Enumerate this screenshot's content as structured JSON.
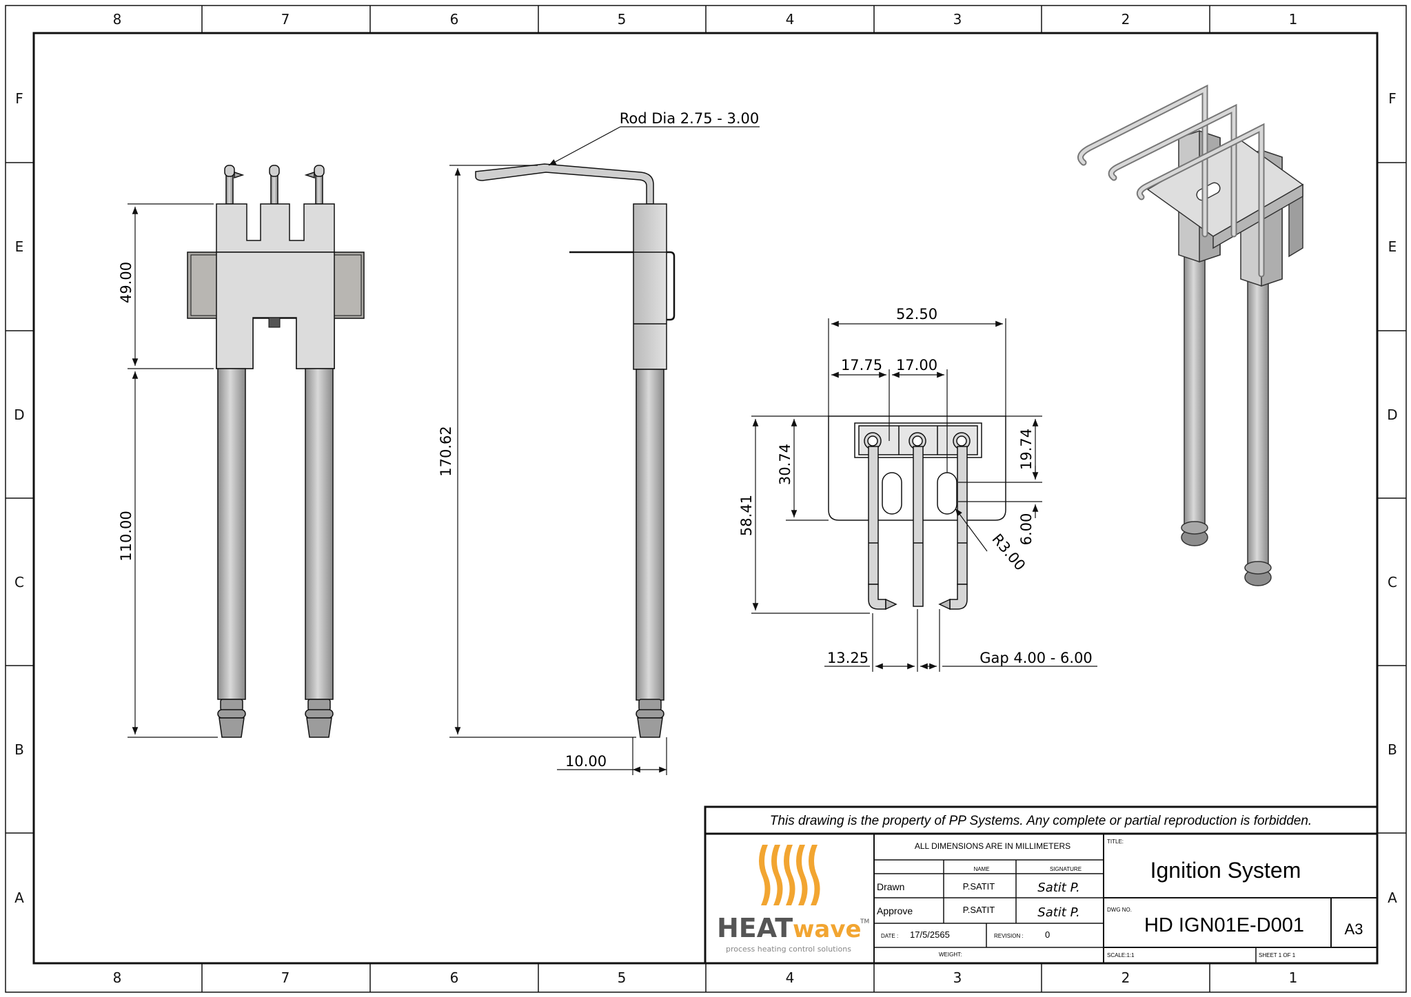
{
  "border": {
    "columns_top": [
      "8",
      "7",
      "6",
      "5",
      "4",
      "3",
      "2",
      "1"
    ],
    "columns_bottom": [
      "8",
      "7",
      "6",
      "5",
      "4",
      "3",
      "2",
      "1"
    ],
    "rows_left": [
      "F",
      "E",
      "D",
      "C",
      "B",
      "A"
    ],
    "rows_right": [
      "F",
      "E",
      "D",
      "C",
      "B",
      "A"
    ]
  },
  "front_view": {
    "dim_upper": "49.00",
    "dim_lower": "110.00"
  },
  "side_view": {
    "rod_label": "Rod Dia 2.75 - 3.00",
    "dim_height": "170.62",
    "dim_offset": "10.00"
  },
  "bottom_view": {
    "dim_width": "52.50",
    "dim_pitch_1": "17.75",
    "dim_pitch_2": "17.00",
    "dim_plate_depth": "30.74",
    "dim_tip_depth": "58.41",
    "dim_slot_pos": "19.74",
    "dim_slot_len": "6.00",
    "dim_radius": "R3.00",
    "dim_tip_spacing": "13.25",
    "gap_label": "Gap 4.00 - 6.00"
  },
  "title_block": {
    "notice": "This drawing is the property of PP Systems. Any complete or partial reproduction is forbidden.",
    "units_note": "ALL DIMENSIONS ARE IN MILLIMETERS",
    "header_name": "NAME",
    "header_signature": "SIGNATURE",
    "drawn_label": "Drawn",
    "drawn_name": "P.SATIT",
    "drawn_signature": "Satit P.",
    "approve_label": "Approve",
    "approve_name": "P.SATIT",
    "approve_signature": "Satit P.",
    "date_label": "DATE :",
    "date_value": "17/5/2565",
    "revision_label": "REVISION :",
    "revision_value": "0",
    "weight_label": "WEIGHT:",
    "title_label": "TITLE:",
    "title_value": "Ignition System",
    "dwg_label": "DWG NO.",
    "dwg_value": "HD IGN01E-D001",
    "sheet_size": "A3",
    "scale_label": "SCALE:1:1",
    "sheet_label": "SHEET 1 OF 1"
  },
  "logo": {
    "brand_heat": "HEAT",
    "brand_wave": "wave",
    "trademark": "TM",
    "tagline": "process heating control solutions",
    "accent_color": "#f2a531",
    "text_color": "#555555"
  },
  "colors": {
    "line": "#111111",
    "part_fill": "#d6d6d6",
    "part_dark": "#9a9a9a"
  }
}
